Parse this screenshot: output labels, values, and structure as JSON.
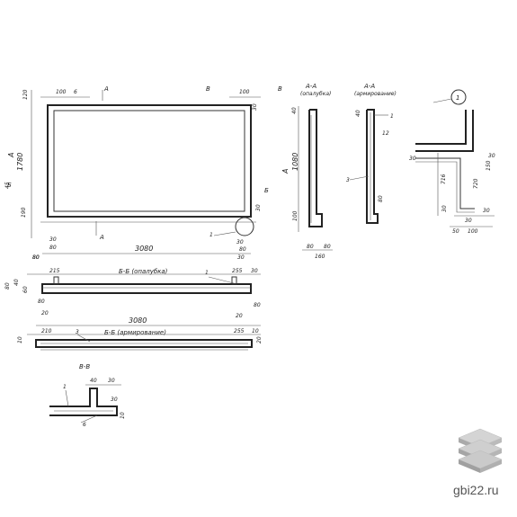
{
  "plan": {
    "dims": {
      "top_offset": "100",
      "top_offset_right": "100",
      "top_height": "120",
      "height_total": "1780",
      "bottom_height": "190",
      "bottom_tick_left_a": "30",
      "bottom_tick_left_b": "80",
      "bottom_tick_right_a": "30",
      "bottom_tick_right_b": "80",
      "right_30": "30",
      "right_30b": "30",
      "right_30c": "30",
      "length_total": "3080",
      "left_80": "80",
      "left_80b": "80",
      "left_45": "45"
    },
    "markers": {
      "a": "А",
      "a2": "А",
      "b": "Б",
      "b2": "Б",
      "v": "В",
      "v2": "В",
      "leader_6": "6",
      "leader_1": "1"
    }
  },
  "section_aa_1": {
    "title": "А-А",
    "subtitle": "(опалубка)",
    "dims": {
      "top": "40",
      "height": "1080",
      "bottom": "100",
      "w1": "80",
      "w2": "80",
      "w3": "160"
    },
    "marker": "А"
  },
  "section_aa_2": {
    "title": "А-А",
    "subtitle": "(армирование)",
    "dims": {
      "top": "40",
      "mid": "12",
      "bottom": "80"
    },
    "leaders": {
      "one": "1",
      "three": "3"
    }
  },
  "detail_1": {
    "marker": "1",
    "dims": {
      "a": "30",
      "b": "716",
      "c": "30",
      "d": "720",
      "e": "150",
      "f": "30",
      "g": "30",
      "h": "30",
      "i": "50",
      "j": "100"
    }
  },
  "section_bb_formwork": {
    "title": "Б-Б (опалубка)",
    "dims": {
      "left": "215",
      "right": "255",
      "r30": "30",
      "l80": "80",
      "l40": "40",
      "l60": "60",
      "b80": "80",
      "b20": "20",
      "b80r": "80",
      "b20r": "20"
    },
    "leader": "1"
  },
  "section_bb_reinforcement": {
    "title": "Б-Б (армирование)",
    "total": "3080",
    "dims": {
      "left": "210",
      "right": "255",
      "r10": "10",
      "l10": "10",
      "r20": "20"
    },
    "leader": "3"
  },
  "section_vv": {
    "title": "В-В",
    "dims": {
      "a": "40",
      "b": "30",
      "c": "30",
      "d": "10"
    },
    "leaders": {
      "one": "1",
      "six": "6"
    }
  },
  "watermark": {
    "text": "gbi22.ru"
  }
}
